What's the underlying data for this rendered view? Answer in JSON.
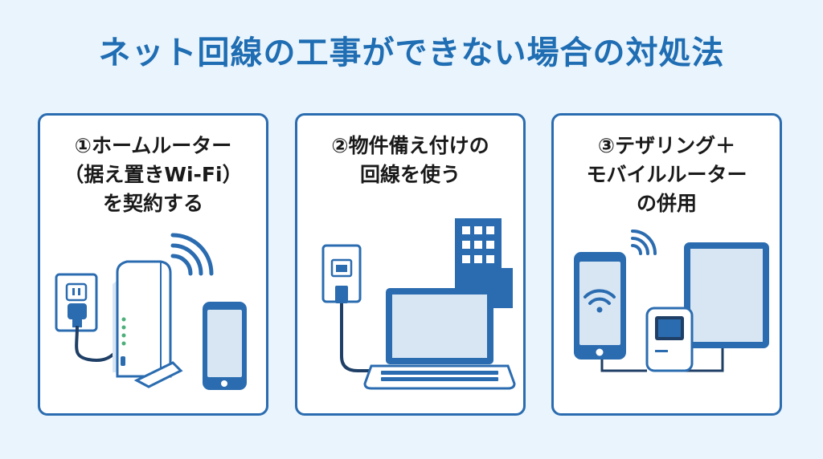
{
  "title": "ネット回線の工事ができない場合の対処法",
  "cards": [
    {
      "lines": [
        "①ホームルーター",
        "（据え置きWi-Fi）",
        "を契約する"
      ],
      "icons": [
        "power-outlet-icon",
        "wifi-signal-icon",
        "home-router-icon",
        "smartphone-icon"
      ]
    },
    {
      "lines": [
        "②物件備え付けの",
        "回線を使う"
      ],
      "icons": [
        "lan-wall-port-icon",
        "building-icon",
        "laptop-icon"
      ]
    },
    {
      "lines": [
        "③テザリング＋",
        "モバイルルーター",
        "の併用"
      ],
      "icons": [
        "smartphone-icon",
        "wifi-signal-icon",
        "mobile-router-icon",
        "tablet-icon"
      ]
    }
  ],
  "colors": {
    "accent": "#2b6cb0",
    "title": "#1f6db3",
    "background": "#e9f4fc"
  }
}
